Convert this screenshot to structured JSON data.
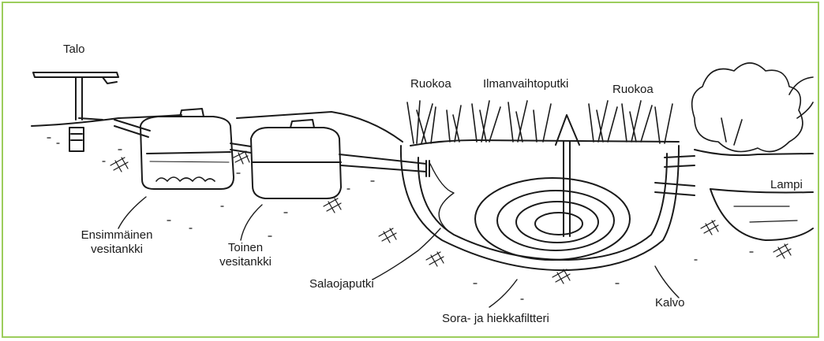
{
  "labels": {
    "talo": "Talo",
    "ruokoa_left": "Ruokoa",
    "ilmanvaihtoputki": "Ilmanvaihtoputki",
    "ruokoa_right": "Ruokoa",
    "lampi": "Lampi",
    "ensimmainen_line1": "Ensimmäinen",
    "ensimmainen_line2": "vesitankki",
    "toinen_line1": "Toinen",
    "toinen_line2": "vesitankki",
    "salaojaputki": "Salaojaputki",
    "kalvo": "Kalvo",
    "sora": "Sora- ja hiekkafiltteri"
  },
  "colors": {
    "frame": "#9ccd5c",
    "ink": "#1a1a1a"
  }
}
